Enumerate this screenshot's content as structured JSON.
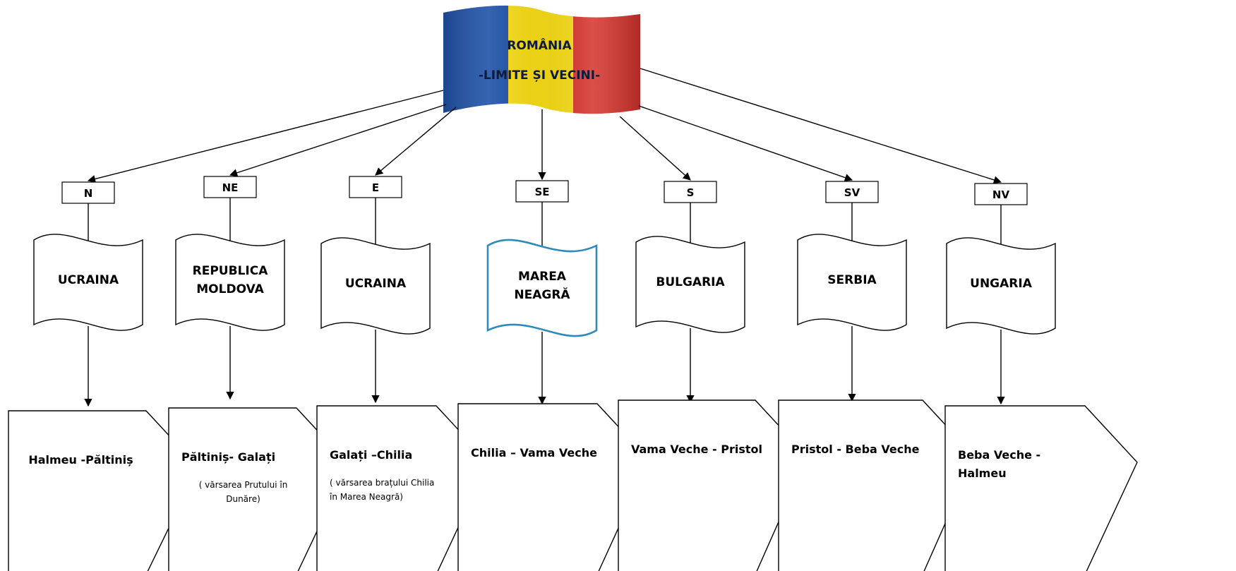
{
  "colors": {
    "flag_blue": "#1b4fa6",
    "flag_yellow": "#f7dc16",
    "flag_red": "#d6312a",
    "sea_outline": "#2f8ab8",
    "line": "#000000"
  },
  "title": {
    "line1": "ROMÂNIA",
    "line2": "-LIMITE ȘI VECINI-"
  },
  "branches": [
    {
      "direction": "N",
      "neighbor_lines": [
        "UCRAINA"
      ],
      "border_lines": [
        "Halmeu -Păltiniș"
      ],
      "note_lines": []
    },
    {
      "direction": "NE",
      "neighbor_lines": [
        "REPUBLICA",
        "MOLDOVA"
      ],
      "border_lines": [
        "Păltiniș- Galați"
      ],
      "note_lines": [
        "( vărsarea Prutului în",
        "Dunăre)"
      ]
    },
    {
      "direction": "E",
      "neighbor_lines": [
        "UCRAINA"
      ],
      "border_lines": [
        "Galați –Chilia"
      ],
      "note_lines": [
        "( vărsarea brațului Chilia",
        "în Marea Neagră)"
      ]
    },
    {
      "direction": "SE",
      "neighbor_lines": [
        "MAREA",
        "NEAGRĂ"
      ],
      "border_lines": [
        "Chilia – Vama Veche"
      ],
      "note_lines": []
    },
    {
      "direction": "S",
      "neighbor_lines": [
        "BULGARIA"
      ],
      "border_lines": [
        "Vama Veche - Pristol"
      ],
      "note_lines": []
    },
    {
      "direction": "SV",
      "neighbor_lines": [
        "SERBIA"
      ],
      "border_lines": [
        "Pristol - Beba Veche"
      ],
      "note_lines": []
    },
    {
      "direction": "NV",
      "neighbor_lines": [
        "UNGARIA"
      ],
      "border_lines": [
        "Beba Veche -",
        "Halmeu"
      ],
      "note_lines": []
    }
  ]
}
